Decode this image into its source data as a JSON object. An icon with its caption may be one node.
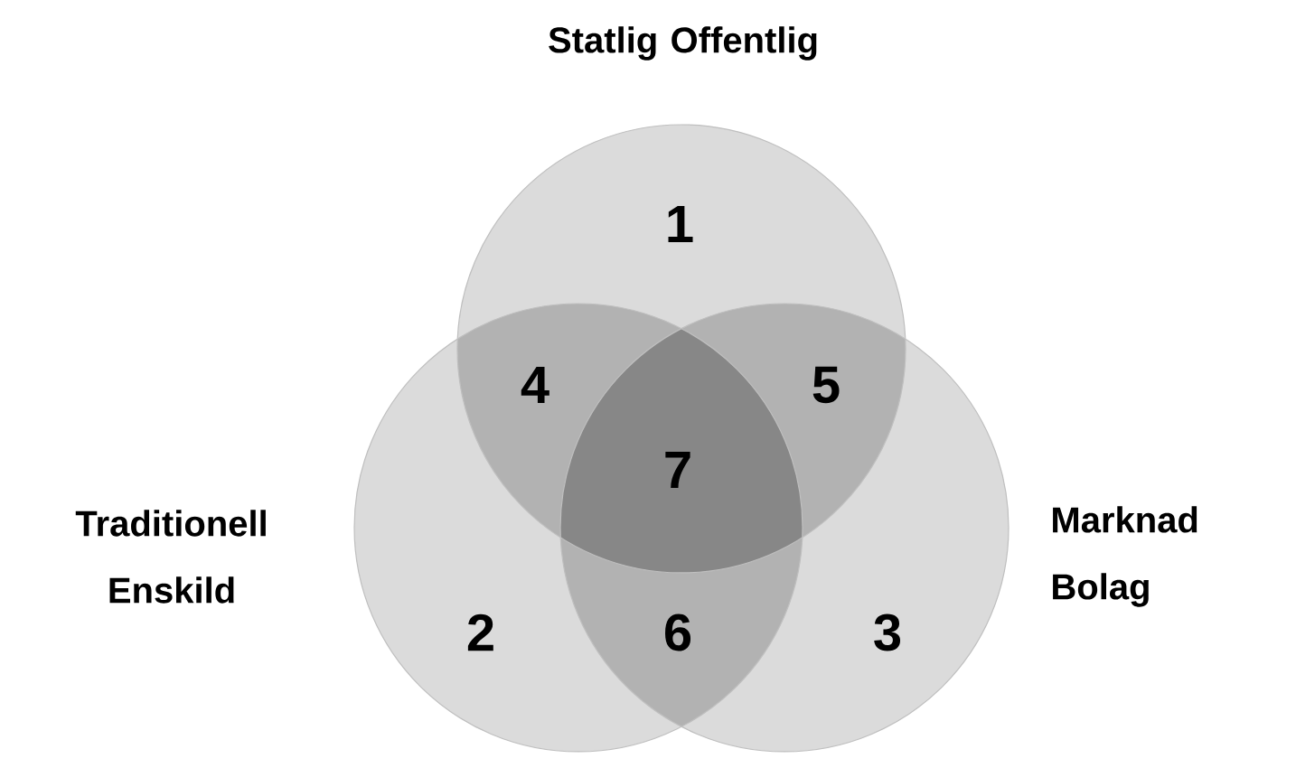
{
  "diagram": {
    "nodes": [
      {
        "text": [
          "Statlig Offentlig"
        ]
      },
      {
        "text": [
          "Traditionell Enskild"
        ]
      },
      {
        "text": [
          "Marknad Bolag"
        ]
      }
    ],
    "labels": [
      "1",
      "4",
      "5",
      "7",
      "2",
      "6",
      "3"
    ]
  }
}
